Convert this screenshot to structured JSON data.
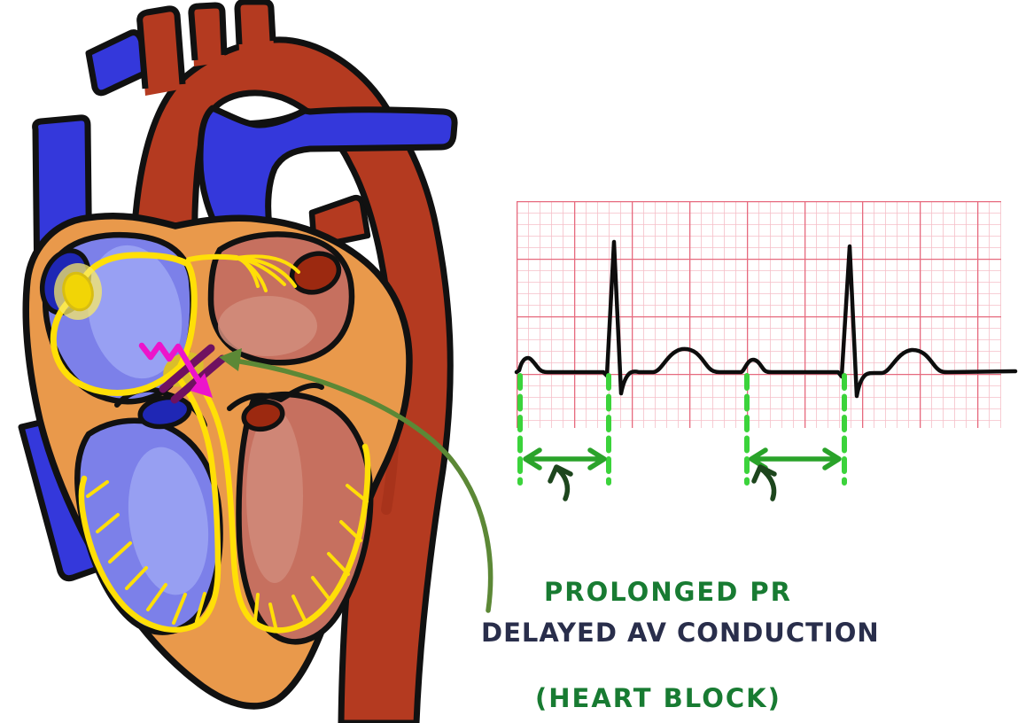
{
  "labels": {
    "prolonged_pr_line1": "PROLONGED PR",
    "prolonged_pr_line2": "(HEART BLOCK)",
    "delayed_av_conduction": "DELAYED AV CONDUCTION"
  },
  "palette": {
    "heart_red": "#B43A20",
    "heart_red_shade": "#9A2D17",
    "vein_blue": "#3438DB",
    "myocardium_orange": "#E9994B",
    "right_chamber_periwinkle": "#7C80E9",
    "right_chamber_highlight": "#9EA6F4",
    "left_chamber_salmon": "#C6705F",
    "left_chamber_highlight": "#D18D7D",
    "vessel_opening_navy": "#1F27B5",
    "vessel_opening_dark_red": "#9C2910",
    "conduction_yellow": "#FFDF07",
    "sa_node_yellow": "#F1D506",
    "av_node_yellow": "#D9BE2B",
    "block_magenta": "#EC14CB",
    "block_purple": "#6F1160",
    "pointer_green": "#5C8836",
    "interval_green_bright": "#3BD33B",
    "interval_green_mid": "#2AA32A",
    "annotation_green_dark": "#1D461D",
    "label_green": "#187B32",
    "label_navy": "#292E4B",
    "ecg_grid_major": "#E66A7E",
    "ecg_grid_minor": "#F5BFC8",
    "ecg_trace": "#0D0D0D"
  },
  "ecg": {
    "beats_visible": 2,
    "pr_intervals_marked": 2,
    "waves_per_beat": [
      "P",
      "QRS",
      "T"
    ]
  },
  "diagram_parts": [
    "aorta",
    "pulmonary-artery",
    "superior-vena-cava",
    "inferior-vena-cava",
    "myocardium",
    "right-atrium",
    "left-atrium",
    "right-ventricle",
    "left-ventricle",
    "sa-node",
    "av-node",
    "internodal-pathways",
    "bachmann-bundle",
    "bundle-of-his",
    "bundle-branches",
    "purkinje-fibers",
    "av-conduction-block-marks",
    "ecg-strip",
    "pr-interval-markers"
  ]
}
